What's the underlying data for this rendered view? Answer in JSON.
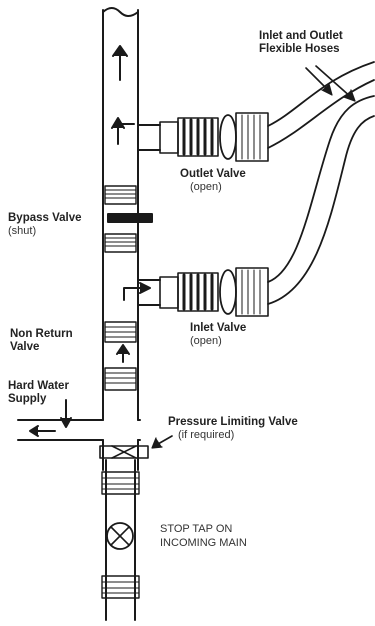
{
  "labels": {
    "hoses_line1": "Inlet and Outlet",
    "hoses_line2": "Flexible Hoses",
    "outlet_valve": "Outlet Valve",
    "outlet_state": "(open)",
    "bypass_valve": "Bypass Valve",
    "bypass_state": "(shut)",
    "inlet_valve": "Inlet Valve",
    "inlet_state": "(open)",
    "non_return_line1": "Non Return",
    "non_return_line2": "Valve",
    "hard_water_line1": "Hard Water",
    "hard_water_line2": "Supply",
    "pressure_valve": "Pressure Limiting Valve",
    "pressure_state": "(if required)",
    "stop_tap_line1": "STOP TAP ON",
    "stop_tap_line2": "INCOMING MAIN"
  },
  "colors": {
    "stroke": "#1a1a1a",
    "text": "#222222",
    "background": "#ffffff"
  }
}
